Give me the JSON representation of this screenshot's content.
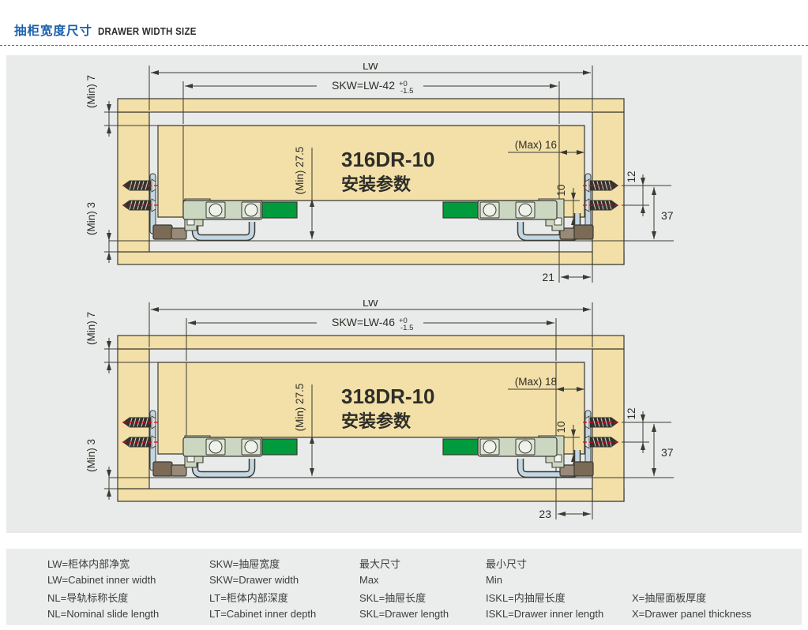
{
  "header": {
    "title_cn": "抽柜宽度尺寸",
    "title_en": "DRAWER WIDTH SIZE"
  },
  "colors": {
    "accent_blue": "#1b5fac",
    "outline": "#3a3a33",
    "wood": "#f3e0a8",
    "panel_bg": "#e9ebea",
    "legend_bg": "#ebedec",
    "green": "#009b3c",
    "sage": "#ccd7c1",
    "roller": "#dde5d6",
    "roller_face": "#eef2ea",
    "rail_blue": "#c3d7e3",
    "brown_dark": "#7a6a56",
    "brown_light": "#998977",
    "screw_body": "#33332e",
    "screw_red": "#e8001f",
    "text": "#2e2e29"
  },
  "diagrams": [
    {
      "model": "316DR-10",
      "subtitle": "安装参数",
      "dim_lw": "LW",
      "skw_formula": "SKW=LW-42",
      "skw_tol_top": "+0",
      "skw_tol_bottom": "-1.5",
      "dim_min_top": "(Min) 7",
      "dim_min_bottom": "(Min) 3",
      "dim_min_height": "(Min) 27.5",
      "dim_max": "(Max) 16",
      "max_mm": 16,
      "dim_offset": "10",
      "dim_screw_gap": "12",
      "dim_side": "37",
      "dim_bottom_offset": "21"
    },
    {
      "model": "318DR-10",
      "subtitle": "安装参数",
      "dim_lw": "LW",
      "skw_formula": "SKW=LW-46",
      "skw_tol_top": "+0",
      "skw_tol_bottom": "-1.5",
      "dim_min_top": "(Min) 7",
      "dim_min_bottom": "(Min) 3",
      "dim_min_height": "(Min) 27.5",
      "dim_max": "(Max) 18",
      "max_mm": 18,
      "dim_offset": "10",
      "dim_screw_gap": "12",
      "dim_side": "37",
      "dim_bottom_offset": "23"
    }
  ],
  "legend": {
    "items": [
      {
        "cn": "LW=柜体内部净宽",
        "en": "LW=Cabinet inner width"
      },
      {
        "cn": "SKW=抽屉宽度",
        "en": "SKW=Drawer width"
      },
      {
        "cn": "最大尺寸",
        "en": "Max"
      },
      {
        "cn": "最小尺寸",
        "en": "Min"
      },
      {
        "cn": "NL=导轨标称长度",
        "en": "NL=Nominal slide length"
      },
      {
        "cn": "LT=柜体内部深度",
        "en": "LT=Cabinet inner depth"
      },
      {
        "cn": "SKL=抽屉长度",
        "en": "SKL=Drawer length"
      },
      {
        "cn": "ISKL=内抽屉长度",
        "en": "ISKL=Drawer inner length"
      },
      {
        "cn": "X=抽屉面板厚度",
        "en": "X=Drawer panel thickness"
      }
    ]
  }
}
